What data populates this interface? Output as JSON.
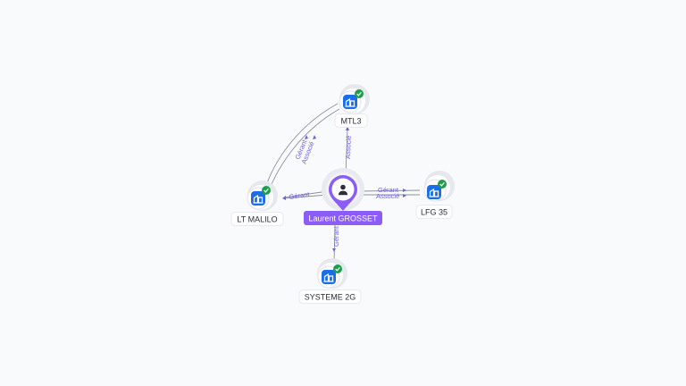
{
  "diagram": {
    "person": {
      "name": "Laurent GROSSET",
      "icon": "person-icon"
    },
    "companies": [
      {
        "id": "mtl3",
        "name": "MTL3",
        "icon": "building-icon",
        "status_icon": "check-icon"
      },
      {
        "id": "ltmalilo",
        "name": "LT MALILO",
        "icon": "building-icon",
        "status_icon": "check-icon"
      },
      {
        "id": "lfg35",
        "name": "LFG 35",
        "icon": "building-icon",
        "status_icon": "check-icon"
      },
      {
        "id": "systeme2g",
        "name": "SYSTEME 2G",
        "icon": "building-icon",
        "status_icon": "check-icon"
      }
    ],
    "edges": [
      {
        "from": "person",
        "to": "mtl3",
        "labels": [
          "Associé"
        ]
      },
      {
        "from": "person",
        "to": "ltmalilo",
        "labels": [
          "Gérant"
        ]
      },
      {
        "from": "person",
        "to": "lfg35",
        "labels": [
          "Gérant",
          "Associé"
        ]
      },
      {
        "from": "person",
        "to": "systeme2g",
        "labels": [
          "Gérant"
        ]
      },
      {
        "from": "ltmalilo",
        "to": "mtl3",
        "labels": [
          "Gérant",
          "Associé"
        ]
      }
    ],
    "colors": {
      "person_accent": "#8b5cf6",
      "company_icon": "#1a6fe8",
      "status_ok": "#1e9e4a",
      "edge_label": "#6e63d8"
    }
  }
}
